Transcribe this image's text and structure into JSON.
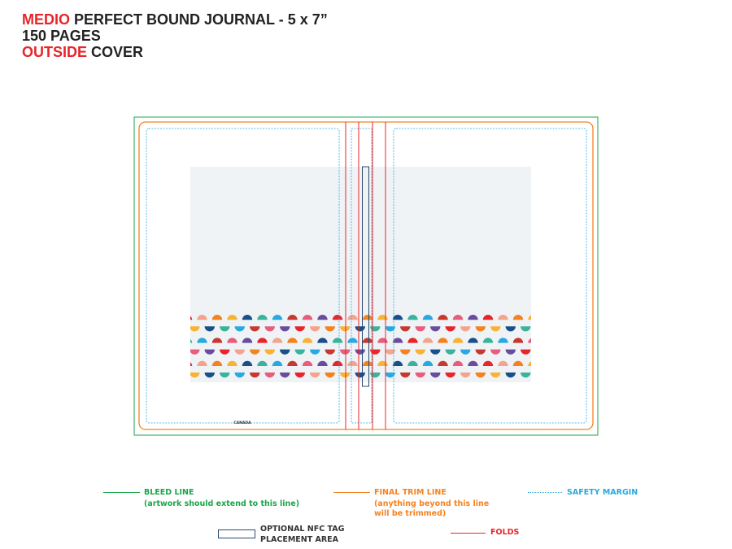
{
  "header": {
    "line1_accent": "MEDIO",
    "line1_rest": " PERFECT BOUND JOURNAL - 5 x 7”",
    "line2": "150 PAGES",
    "line3_accent": "OUTSIDE",
    "line3_rest": " COVER"
  },
  "template": {
    "back_cover_mark": "CANADA"
  },
  "legend": {
    "bleed_label": "BLEED LINE",
    "bleed_note": "(artwork should extend to this line)",
    "trim_label": "FINAL TRIM LINE",
    "trim_note_1": "(anything beyond this line",
    "trim_note_2": "will be trimmed)",
    "safety_label": "SAFETY MARGIN",
    "nfc_label_1": "OPTIONAL NFC TAG",
    "nfc_label_2": "PLACEMENT AREA",
    "folds_label": "FOLDS"
  },
  "colors": {
    "bleed": "#1aa64a",
    "trim": "#f58220",
    "safety": "#2aa8e0",
    "folds": "#e8252a",
    "nfc": "#2b4a6b",
    "artwork_bg": "#eff3f6",
    "pattern": [
      "#e8252a",
      "#f9b233",
      "#2aa8e0",
      "#6a4c9c",
      "#f58220",
      "#3bb39a",
      "#e85c7e",
      "#f4a38c",
      "#1b4f8a",
      "#c7382e"
    ]
  }
}
